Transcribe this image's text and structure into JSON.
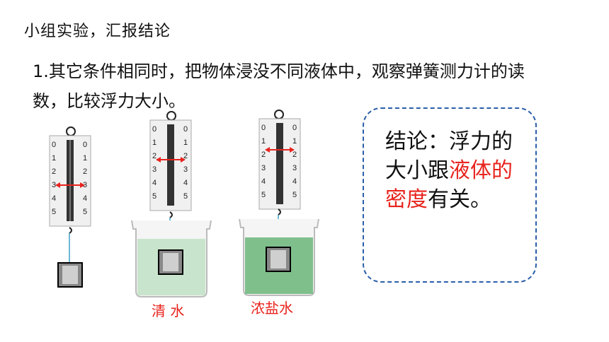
{
  "title": "小组实验，汇报结论",
  "task": {
    "line1": "1.其它条件相同时，把物体浸没不同液体中，观察弹簧测力计的读",
    "line2": "数，比较浮力大小。"
  },
  "gauges": [
    {
      "ticks": [
        "0",
        "1",
        "2",
        "3",
        "4",
        "5"
      ],
      "reading": 3
    },
    {
      "ticks": [
        "0",
        "1",
        "2",
        "3",
        "4",
        "5"
      ],
      "reading": 2
    },
    {
      "ticks": [
        "0",
        "1",
        "2",
        "3",
        "4",
        "5"
      ],
      "reading": 1.8
    }
  ],
  "labels": {
    "water": "清 水",
    "brine": "浓盐水"
  },
  "conclusion": {
    "prefix": "结论：浮力的大小跟",
    "highlight": "液体的密度",
    "suffix": "有关。"
  },
  "colors": {
    "accent_red": "#e8231d",
    "border_blue": "#2a5ea8",
    "water": "#c9e4cc",
    "brine": "#7fbf8c"
  }
}
